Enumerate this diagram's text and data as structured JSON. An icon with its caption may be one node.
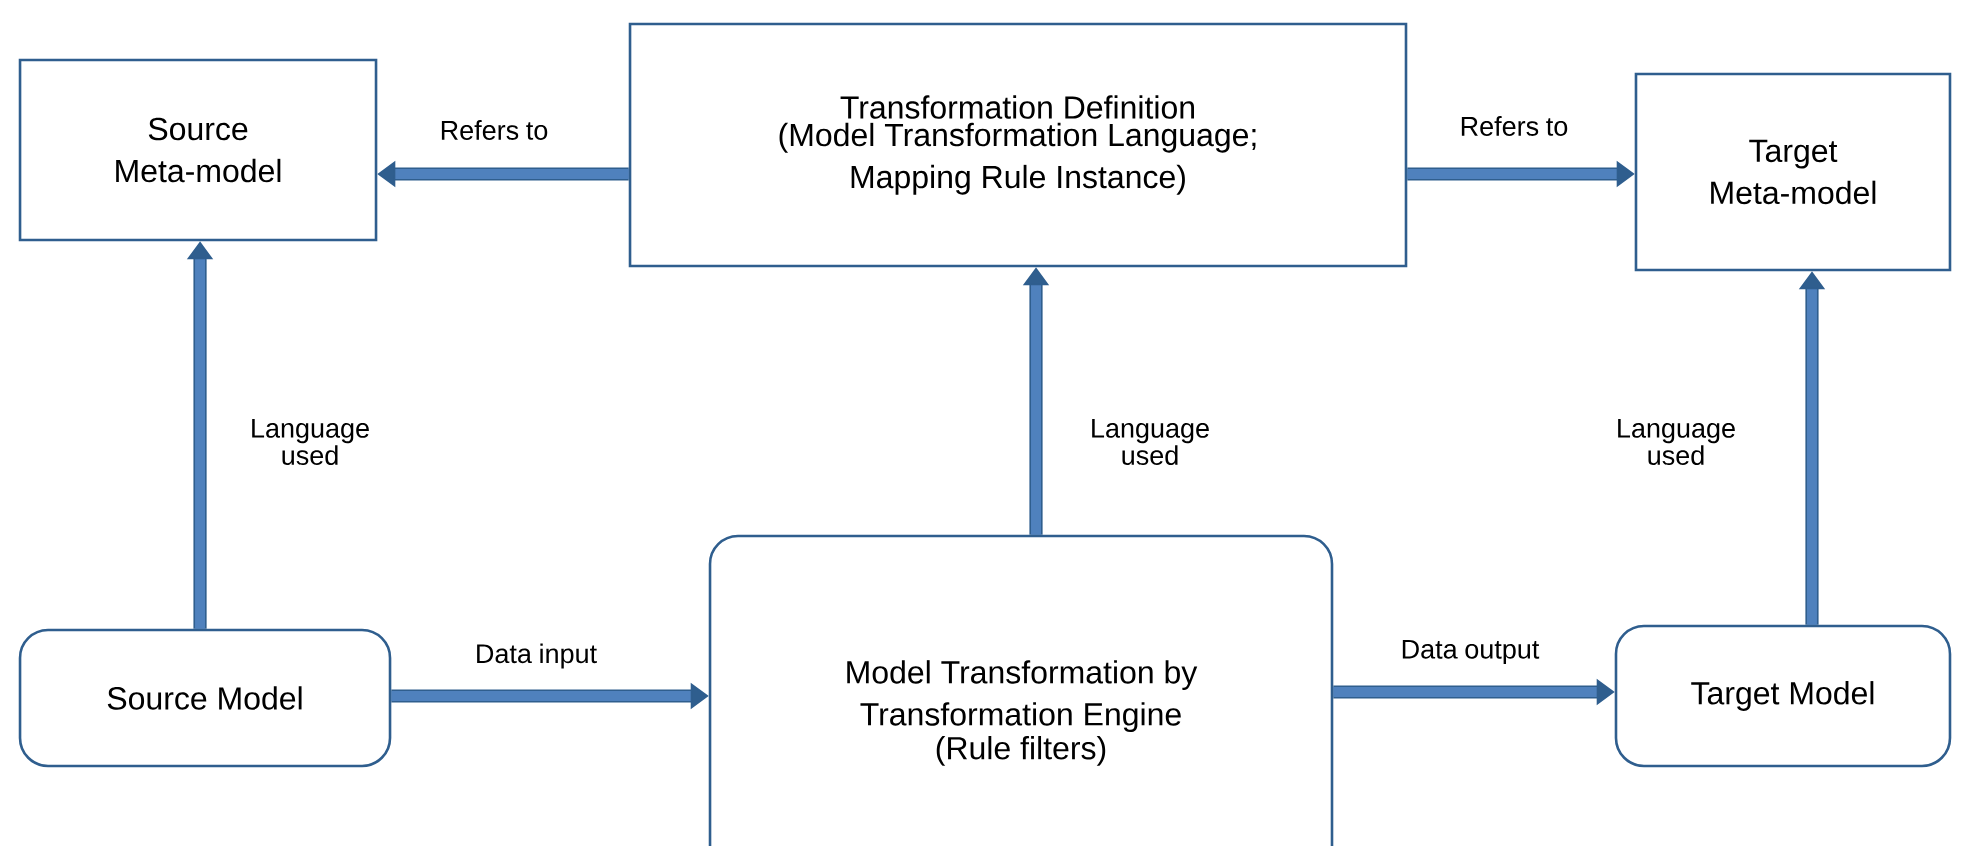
{
  "diagram": {
    "nodes": [
      {
        "text": [
          "Source Meta-model"
        ]
      },
      {
        "text": [
          "Transformation Definition",
          "(Model Transformation Language; Mapping Rule Instance)"
        ]
      },
      {
        "text": [
          "Target Meta-model"
        ]
      },
      {
        "text": [
          "Source Model"
        ]
      },
      {
        "text": [
          "Model Transformation by Transformation Engine",
          "(Rule filters)"
        ]
      },
      {
        "text": [
          "Target Model"
        ]
      }
    ],
    "edges": [
      {
        "from": 1,
        "to": 0,
        "arrow": "to",
        "label": "Refers to"
      },
      {
        "from": 1,
        "to": 2,
        "arrow": "to",
        "label": "Refers to"
      },
      {
        "from": 3,
        "to": 0,
        "arrow": "to",
        "label": "Language used"
      },
      {
        "from": 4,
        "to": 1,
        "arrow": "to",
        "label": "Language used"
      },
      {
        "from": 5,
        "to": 2,
        "arrow": "to",
        "label": "Language used"
      },
      {
        "from": 3,
        "to": 4,
        "arrow": "to",
        "label": "Data input"
      },
      {
        "from": 4,
        "to": 5,
        "arrow": "to",
        "label": "Data output"
      }
    ]
  }
}
